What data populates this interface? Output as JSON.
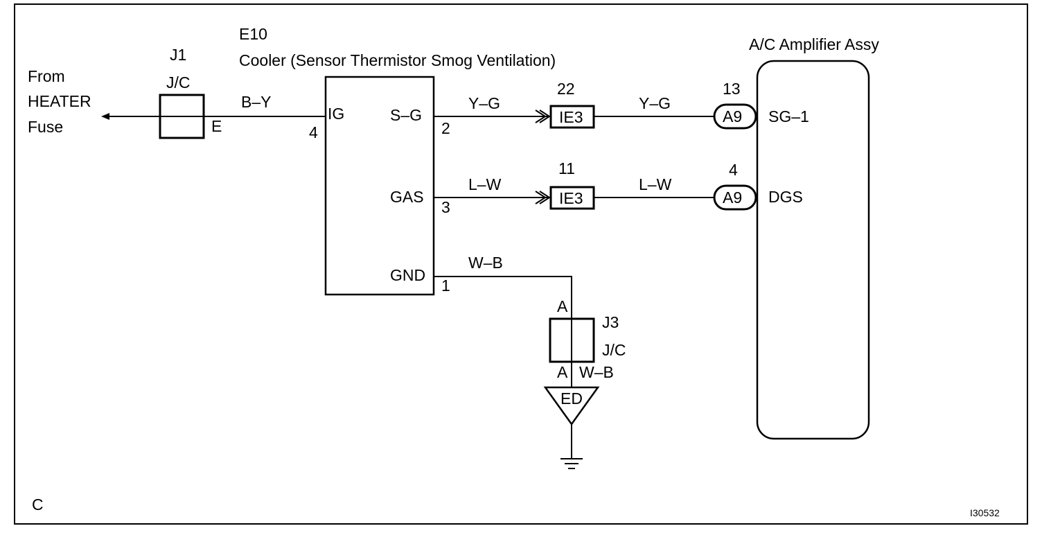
{
  "source": {
    "lines": [
      "From",
      "HEATER",
      "Fuse"
    ]
  },
  "j1": {
    "id": "J1",
    "type": "J/C",
    "terminal": "E"
  },
  "e10": {
    "id": "E10",
    "name": "Cooler (Sensor Thermistor Smog Ventilation)",
    "pins": {
      "ig": {
        "label": "IG",
        "num": "4"
      },
      "sg": {
        "label": "S–G",
        "num": "2"
      },
      "gas": {
        "label": "GAS",
        "num": "3"
      },
      "gnd": {
        "label": "GND",
        "num": "1"
      }
    }
  },
  "wires": {
    "by": "B–Y",
    "yg1": "Y–G",
    "yg2": "Y–G",
    "lw1": "L–W",
    "lw2": "L–W",
    "wb1": "W–B",
    "wb2": "W–B"
  },
  "ie3_a": {
    "pin": "22",
    "label": "IE3"
  },
  "ie3_b": {
    "pin": "11",
    "label": "IE3"
  },
  "a9_a": {
    "pin": "13",
    "label": "A9"
  },
  "a9_b": {
    "pin": "4",
    "label": "A9"
  },
  "amp": {
    "name": "A/C Amplifier Assy",
    "pins": {
      "sg1": "SG–1",
      "dgs": "DGS"
    }
  },
  "j3": {
    "id": "J3",
    "type": "J/C",
    "top": "A",
    "bottom": "A"
  },
  "ground": {
    "label": "ED"
  },
  "footer": {
    "corner": "C",
    "code": "I30532"
  }
}
